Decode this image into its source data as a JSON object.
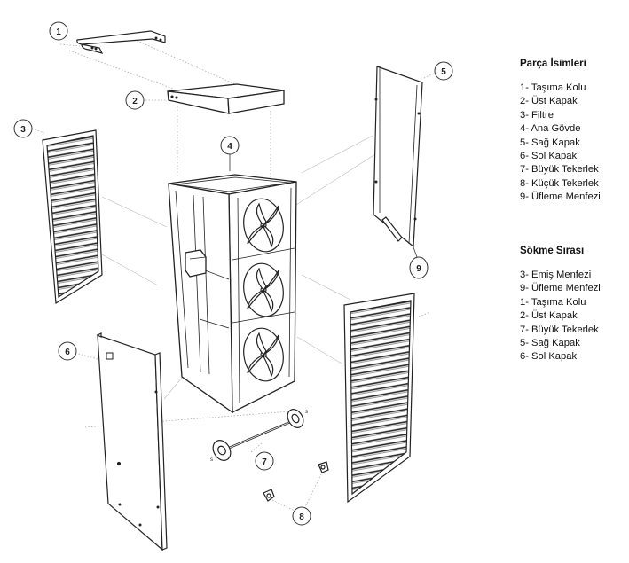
{
  "parts_legend": {
    "title": "Parça İsimleri",
    "items": [
      "1- Taşıma Kolu",
      "2- Üst Kapak",
      "3- Filtre",
      "4- Ana Gövde",
      "5- Sağ Kapak",
      "6- Sol Kapak",
      "7- Büyük Tekerlek",
      "8- Küçük Tekerlek",
      "9- Üfleme Menfezi"
    ]
  },
  "removal_order": {
    "title": "Sökme Sırası",
    "items": [
      "3- Emiş Menfezi",
      "9- Üfleme Menfezi",
      "1- Taşıma Kolu",
      "2- Üst Kapak",
      "7- Büyük Tekerlek",
      "5- Sağ Kapak",
      "6- Sol Kapak"
    ]
  },
  "callouts": [
    {
      "id": "1",
      "part": "Taşıma Kolu"
    },
    {
      "id": "2",
      "part": "Üst Kapak"
    },
    {
      "id": "3",
      "part": "Filtre"
    },
    {
      "id": "4",
      "part": "Ana Gövde"
    },
    {
      "id": "5",
      "part": "Sağ Kapak"
    },
    {
      "id": "6",
      "part": "Sol Kapak"
    },
    {
      "id": "7",
      "part": "Büyük Tekerlek"
    },
    {
      "id": "8",
      "part": "Küçük Tekerlek"
    },
    {
      "id": "9",
      "part": "Üfleme Menfezi"
    }
  ],
  "colors": {
    "line": "#222222",
    "leader": "#999999",
    "background": "#ffffff"
  }
}
